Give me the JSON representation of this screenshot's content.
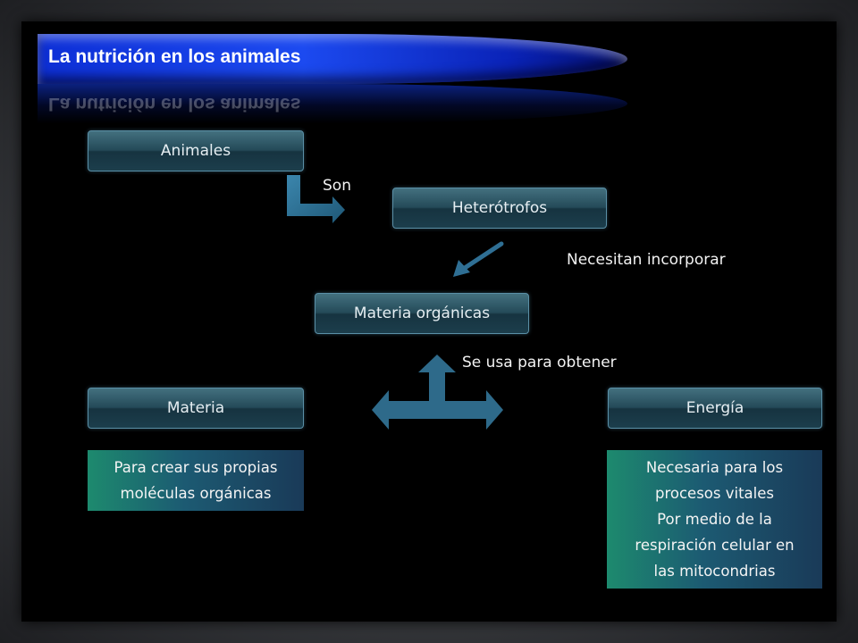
{
  "slide": {
    "title": "La nutrición en los animales"
  },
  "diagram": {
    "nodes": {
      "animales": "Animales",
      "heterotrofos": "Heterótrofos",
      "materia_organicas": "Materia orgánicas",
      "materia": "Materia",
      "energia": "Energía"
    },
    "connectors": {
      "son": "Son",
      "necesitan": "Necesitan incorporar",
      "se_usa": "Se usa para obtener"
    },
    "descriptions": {
      "materia_line1": "Para crear sus propias",
      "materia_line2": "moléculas orgánicas",
      "energia_line1": "Necesaria para los",
      "energia_line2": "procesos vitales",
      "energia_line3": "Por medio de la",
      "energia_line4": "respiración celular en",
      "energia_line5": "las mitocondrias"
    }
  },
  "colors": {
    "banner": "#1c4af0",
    "node_fill": "#244a58",
    "arrow": "#2e6a8a",
    "desc_left": "#1d8a6e",
    "desc_right": "#1a3a58"
  }
}
